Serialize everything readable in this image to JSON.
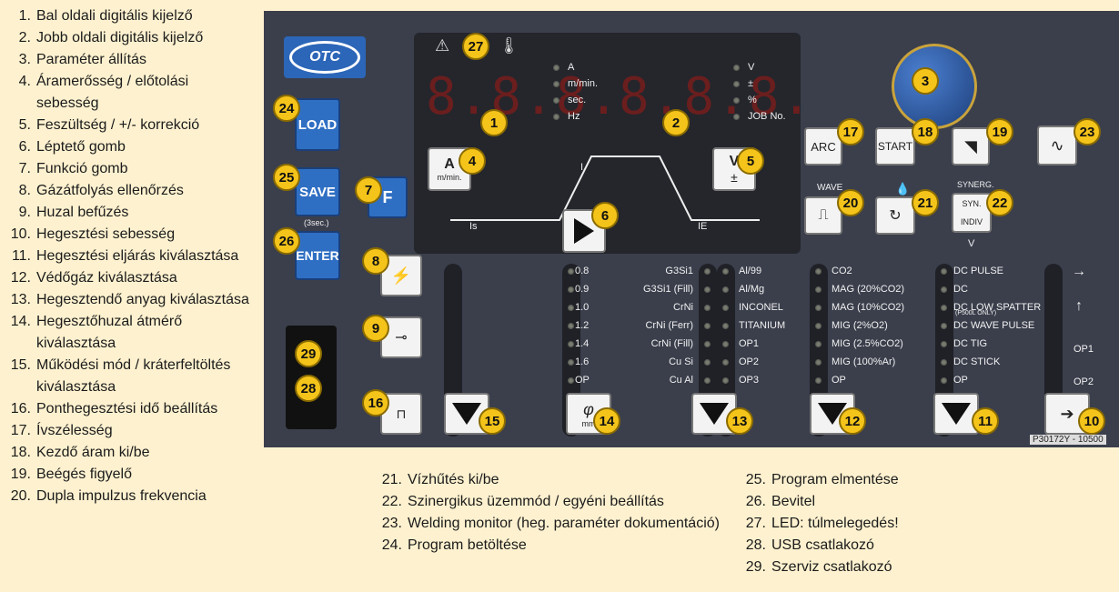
{
  "legend_left": [
    {
      "num": "1.",
      "text": "Bal oldali digitális kijelző"
    },
    {
      "num": "2.",
      "text": "Jobb oldali digitális kijelző"
    },
    {
      "num": "3.",
      "text": "Paraméter állítás"
    },
    {
      "num": "4.",
      "text": "Áramerősség / előtolási sebesség"
    },
    {
      "num": "5.",
      "text": "Feszültség / +/- korrekció"
    },
    {
      "num": "6.",
      "text": "Léptető gomb"
    },
    {
      "num": "7.",
      "text": "Funkció gomb"
    },
    {
      "num": "8.",
      "text": "Gázátfolyás ellenőrzés"
    },
    {
      "num": "9.",
      "text": "Huzal befűzés"
    },
    {
      "num": "10.",
      "text": "Hegesztési sebesség"
    },
    {
      "num": "11.",
      "text": "Hegesztési eljárás kiválasztása"
    },
    {
      "num": "12.",
      "text": "Védőgáz kiválasztása"
    },
    {
      "num": "13.",
      "text": "Hegesztendő anyag kiválasztása"
    },
    {
      "num": "14.",
      "text": "Hegesztőhuzal átmérő kiválasztása"
    },
    {
      "num": "15.",
      "text": "Működési mód / kráterfeltöltés kiválasztása"
    },
    {
      "num": "16.",
      "text": "Ponthegesztési idő beállítás"
    },
    {
      "num": "17.",
      "text": "Ívszélesség"
    },
    {
      "num": "18.",
      "text": "Kezdő áram ki/be"
    },
    {
      "num": "19.",
      "text": "Beégés figyelő"
    },
    {
      "num": "20.",
      "text": "Dupla impulzus frekvencia"
    }
  ],
  "legend_mid": [
    {
      "num": "21.",
      "text": "Vízhűtés ki/be"
    },
    {
      "num": "22.",
      "text": "Szinergikus üzemmód / egyéni beállítás"
    },
    {
      "num": "23.",
      "text": "Welding monitor (heg. paraméter dokumentáció)"
    },
    {
      "num": "24.",
      "text": "Program betöltése"
    }
  ],
  "legend_right": [
    {
      "num": "25.",
      "text": "Program elmentése"
    },
    {
      "num": "26.",
      "text": "Bevitel"
    },
    {
      "num": "27.",
      "text": "LED: túlmelegedés!"
    },
    {
      "num": "28.",
      "text": "USB csatlakozó"
    },
    {
      "num": "29.",
      "text": "Szerviz csatlakozó"
    }
  ],
  "panel": {
    "logo": "OTC",
    "display_left": "8.8.8.",
    "display_right": "8.8.8.",
    "units_left": [
      "A",
      "m/min.",
      "sec.",
      "Hz"
    ],
    "units_right": [
      "V",
      "±",
      "%",
      "JOB No."
    ],
    "btn_load": "LOAD",
    "btn_save": "SAVE",
    "btn_enter": "ENTER",
    "btn_f": "F",
    "lock_label": "(3sec.)",
    "btn_arc": "ARC",
    "btn_start": "START",
    "wave_label": "WAVE",
    "synerg_label": "SYNERG.",
    "syn_label": "SYN.",
    "indiv_label": "INDIV",
    "v_label": "V",
    "a_label": "A",
    "mmin_label": "m/min.",
    "v_btn_label": "V",
    "pm_label": "±",
    "is_label": "Is",
    "i_label": "I",
    "ie_label": "IE",
    "phi_label": "φ",
    "mm_label": "mm",
    "diameters": [
      "0.8",
      "0.9",
      "1.0",
      "1.2",
      "1.4",
      "1.6",
      "OP"
    ],
    "materials_left": [
      "G3Si1",
      "G3Si1 (Fill)",
      "CrNi",
      "CrNi (Ferr)",
      "CrNi (Fill)",
      "Cu Si",
      "Cu Al"
    ],
    "materials_right": [
      "Al/99",
      "Al/Mg",
      "INCONEL",
      "TITANIUM",
      "OP1",
      "OP2",
      "OP3"
    ],
    "gases": [
      "CO2",
      "MAG (20%CO2)",
      "MAG (10%CO2)",
      "MIG (2%O2)",
      "MIG (2.5%CO2)",
      "MIG (100%Ar)",
      "OP"
    ],
    "processes": [
      "DC PULSE",
      "DC",
      "DC LOW SPATTER",
      "DC WAVE PULSE",
      "DC TIG",
      "DC STICK",
      "OP"
    ],
    "process_note": "(P500L ONLY)",
    "speed_labels": [
      "OP1",
      "OP2"
    ],
    "part_no": "P30172Y - 10500",
    "badges": [
      "1",
      "2",
      "3",
      "4",
      "5",
      "6",
      "7",
      "8",
      "9",
      "10",
      "11",
      "12",
      "13",
      "14",
      "15",
      "16",
      "17",
      "18",
      "19",
      "20",
      "21",
      "22",
      "23",
      "24",
      "25",
      "26",
      "27",
      "28",
      "29"
    ]
  },
  "colors": {
    "background": "#fdf1cf",
    "panel": "#3b3f4c",
    "badge": "#f4c41a",
    "blue_button": "#2f6fc3"
  }
}
